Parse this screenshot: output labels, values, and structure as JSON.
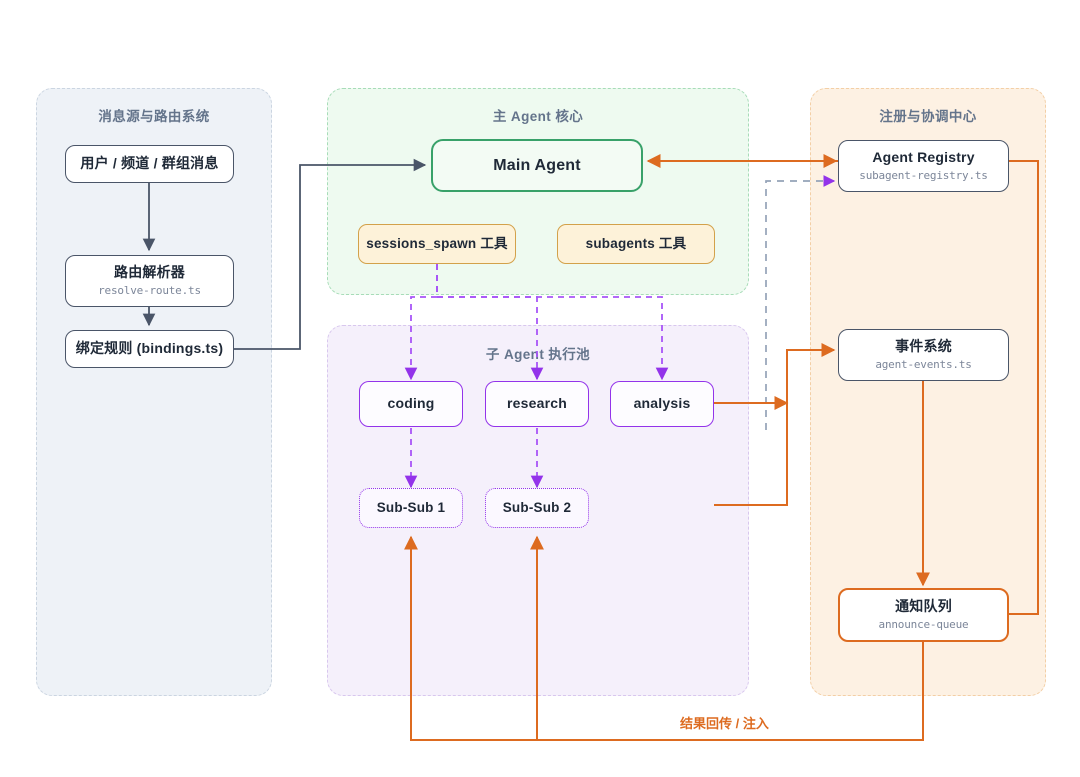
{
  "panels": [
    {
      "id": "left",
      "title": "消息源与路由系统"
    },
    {
      "id": "mid_top",
      "title": "主 Agent 核心"
    },
    {
      "id": "mid_bottom",
      "title": "子 Agent 执行池"
    },
    {
      "id": "right",
      "title": "注册与协调中心"
    }
  ],
  "nodes": {
    "message_source": {
      "title": "用户 / 频道 / 群组消息",
      "subtitle": ""
    },
    "route_resolver": {
      "title": "路由解析器",
      "subtitle": "resolve-route.ts"
    },
    "binding_rules": {
      "title": "绑定规则 (bindings.ts)",
      "subtitle": ""
    },
    "main_agent": {
      "title": "Main Agent",
      "subtitle": ""
    },
    "sessions_spawn_tool": {
      "title": "sessions_spawn 工具",
      "subtitle": ""
    },
    "subagents_tool": {
      "title": "subagents 工具",
      "subtitle": ""
    },
    "coding": {
      "title": "coding",
      "subtitle": ""
    },
    "research": {
      "title": "research",
      "subtitle": ""
    },
    "analysis": {
      "title": "analysis",
      "subtitle": ""
    },
    "sub_sub_1": {
      "title": "Sub-Sub 1",
      "subtitle": ""
    },
    "sub_sub_2": {
      "title": "Sub-Sub 2",
      "subtitle": ""
    },
    "agent_registry": {
      "title": "Agent Registry",
      "subtitle": "subagent-registry.ts"
    },
    "event_system": {
      "title": "事件系统",
      "subtitle": "agent-events.ts"
    },
    "announce_queue": {
      "title": "通知队列",
      "subtitle": "announce-queue"
    }
  },
  "edge_labels": {
    "result_return": "结果回传 / 注入"
  },
  "colors": {
    "slate_line": "#4a5568",
    "orange_line": "#dd6b20",
    "purple_dashed": "#a855f7",
    "gray_dashed": "#94a3b8",
    "green_border": "#38a169",
    "panel_left_bg": "#eef2f7",
    "panel_mid_top_bg": "#eefaf0",
    "panel_mid_bottom_bg": "#f5f0fb",
    "panel_right_bg": "#fdf1e3",
    "title_text": "#64748b",
    "node_text": "#1f2937",
    "subtitle_text": "#7c8699"
  }
}
